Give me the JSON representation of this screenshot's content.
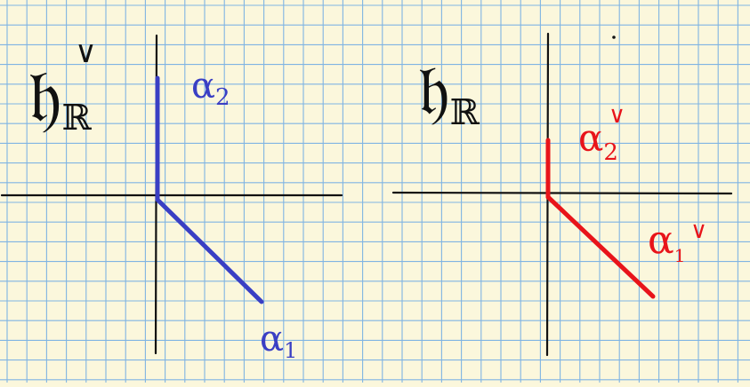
{
  "page": {
    "background": "#fbf7dc",
    "grid_color": "#7fb4e3",
    "ink_color": "#111111"
  },
  "left_panel": {
    "label": "𝔥",
    "label_sub": "ℝ",
    "label_sup": "∨",
    "color": "#3a3fc4",
    "roots": [
      {
        "symbol": "α",
        "sub": "2",
        "sup": ""
      },
      {
        "symbol": "α",
        "sub": "1",
        "sup": ""
      }
    ]
  },
  "right_panel": {
    "label": "𝔥",
    "label_sub": "ℝ",
    "label_sup": "",
    "color": "#e8141a",
    "roots": [
      {
        "symbol": "α",
        "sub": "2",
        "sup": "∨"
      },
      {
        "symbol": "α",
        "sub": "1",
        "sup": "∨"
      }
    ]
  }
}
